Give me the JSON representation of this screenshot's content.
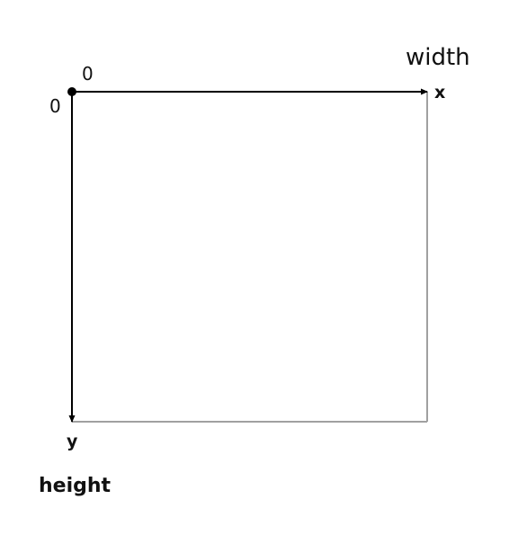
{
  "labels": {
    "origin_x": "0",
    "origin_y": "0",
    "x_axis": "x",
    "y_axis": "y",
    "width": "width",
    "height": "height"
  },
  "colors": {
    "axis": "#000000",
    "border": "#a0a0a0",
    "text": "#111111"
  }
}
